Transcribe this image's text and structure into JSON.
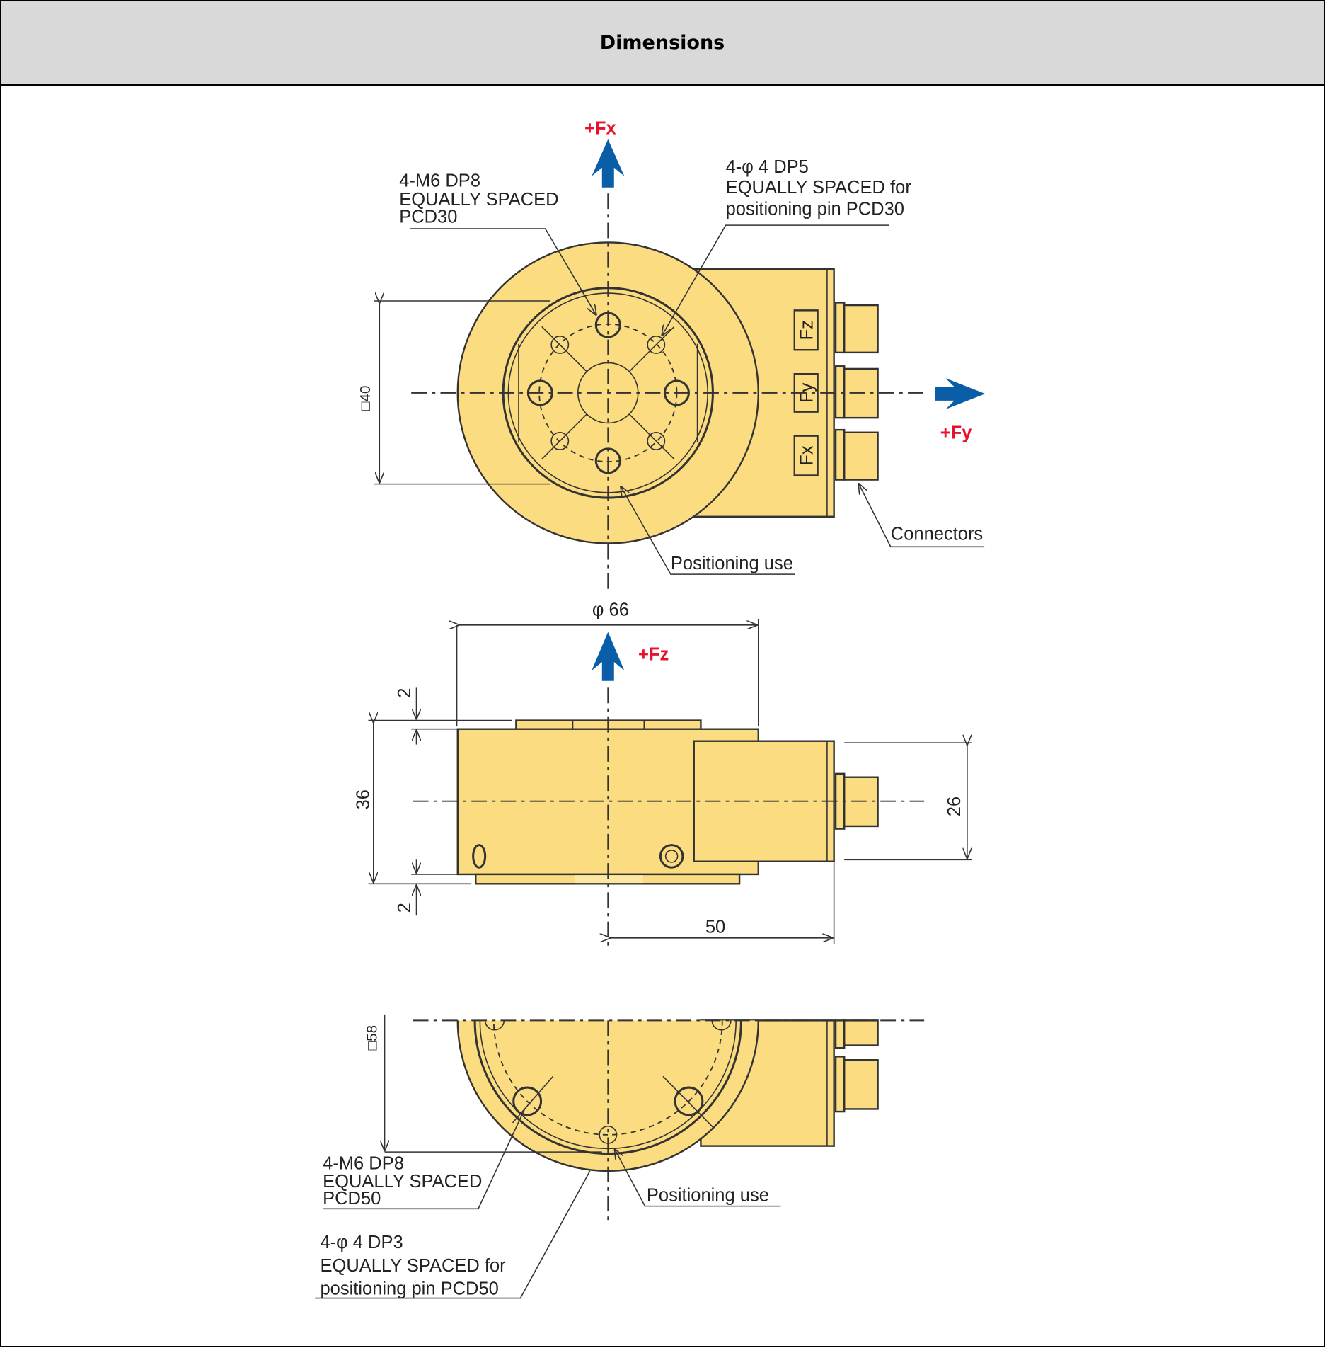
{
  "header": {
    "title": "Dimensions"
  },
  "colors": {
    "body": "#fcdc80",
    "arrow": "#0a5ea8",
    "axis_label": "#e8112d",
    "header_bg": "#d9d9d9"
  },
  "top_view": {
    "axis_fx": "+Fx",
    "axis_fy": "+Fy",
    "note_m6": [
      "4-M6  DP8",
      "EQUALLY SPACED",
      "PCD30"
    ],
    "note_pin": [
      "4-φ 4  DP5",
      "EQUALLY SPACED for",
      "positioning pin   PCD30"
    ],
    "dim_square": "□40",
    "connector_labels": [
      "Fz",
      "Fy",
      "Fx"
    ],
    "connectors_label": "Connectors",
    "positioning_label": "Positioning use"
  },
  "side_view": {
    "dim_diameter": "φ 66",
    "axis_fz": "+Fz",
    "dim_top": "2",
    "dim_height": "36",
    "dim_bottom": "2",
    "dim_box": "26",
    "dim_length": "50"
  },
  "bottom_view": {
    "dim_square": "□58",
    "note_m6": [
      "4-M6  DP8",
      "EQUALLY SPACED",
      "PCD50"
    ],
    "note_pin": [
      "4-φ 4  DP3",
      "EQUALLY SPACED for",
      "positioning pin   PCD50"
    ],
    "positioning_label": "Positioning use"
  }
}
